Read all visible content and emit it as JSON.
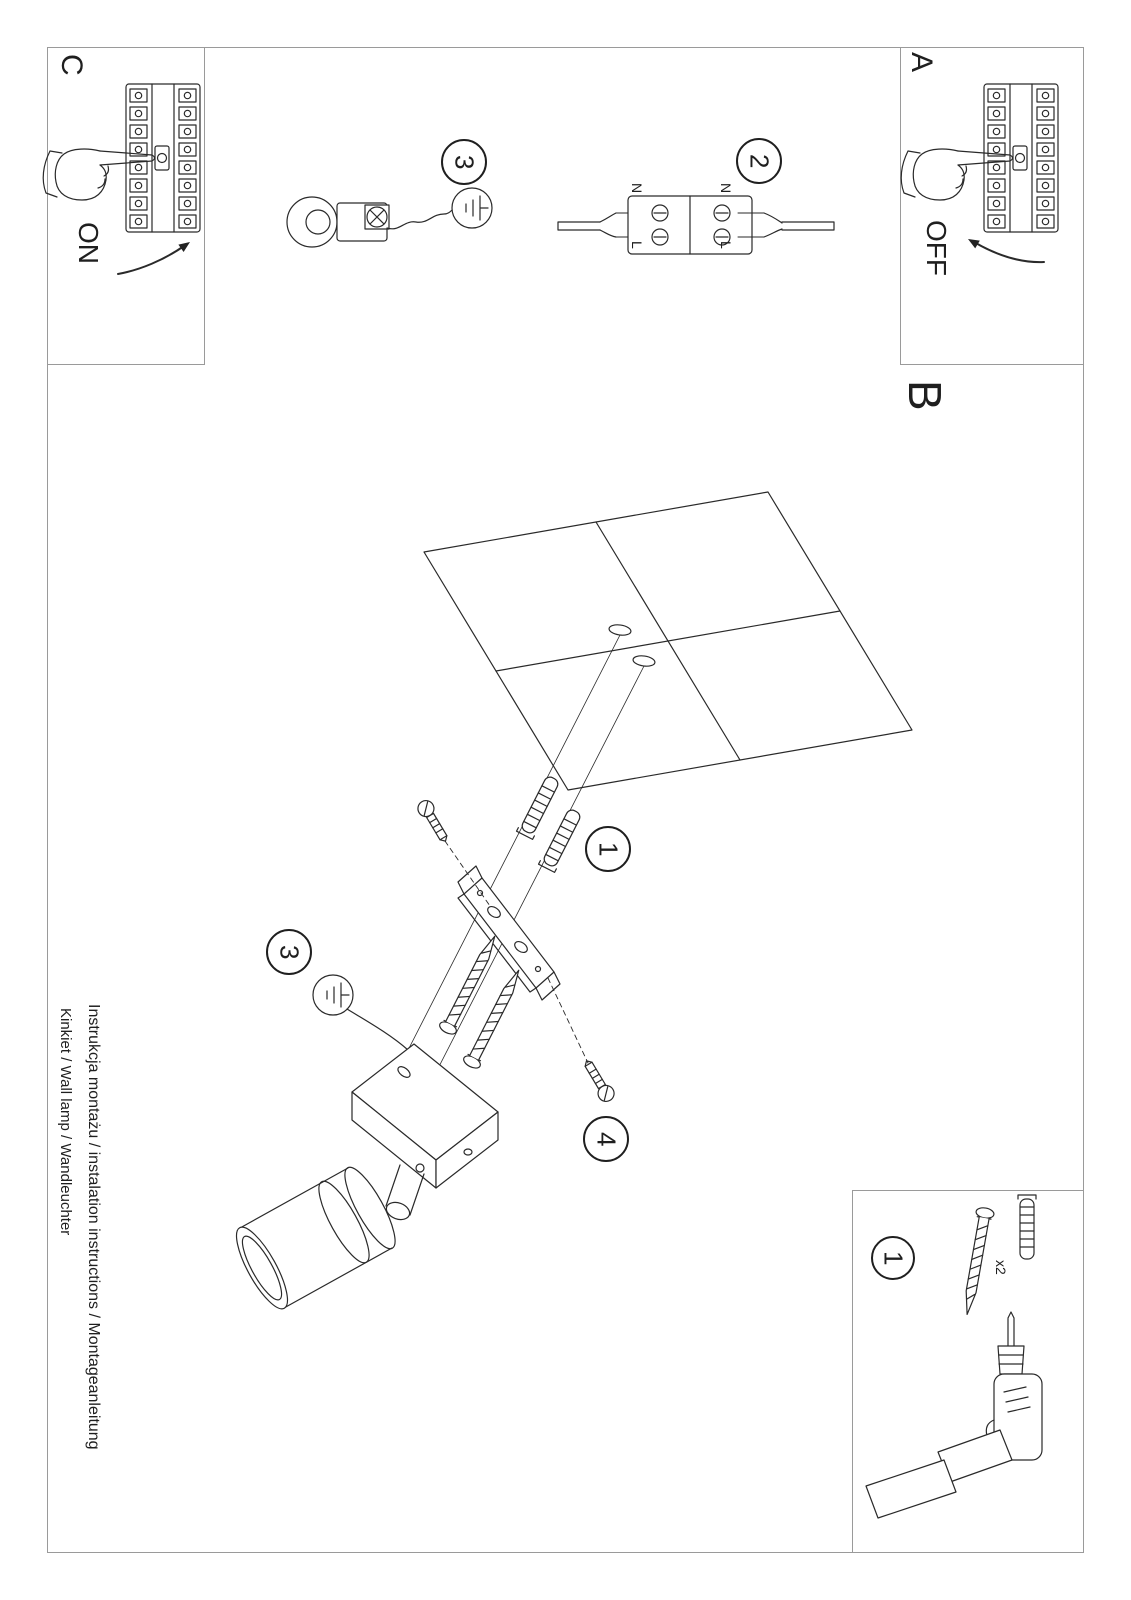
{
  "colors": {
    "ink": "#1f1f1f",
    "line": "#2a2a2a",
    "frame": "#9a9a9a"
  },
  "panels": {
    "a": {
      "label": "A",
      "switch_label": "OFF"
    },
    "b": {
      "label": "B"
    },
    "c": {
      "label": "C",
      "switch_label": "ON"
    }
  },
  "steps": {
    "s1": "1",
    "s2": "2",
    "s3": "3",
    "s4": "4"
  },
  "wiring": {
    "neutral": "N",
    "live": "L"
  },
  "parts": {
    "quantity": "x2"
  },
  "footer": {
    "line1": "Instrukcja montażu / instalation instructions / Montageanleitung",
    "line2": "Kinkiet / Wall lamp / Wandleuchter"
  }
}
